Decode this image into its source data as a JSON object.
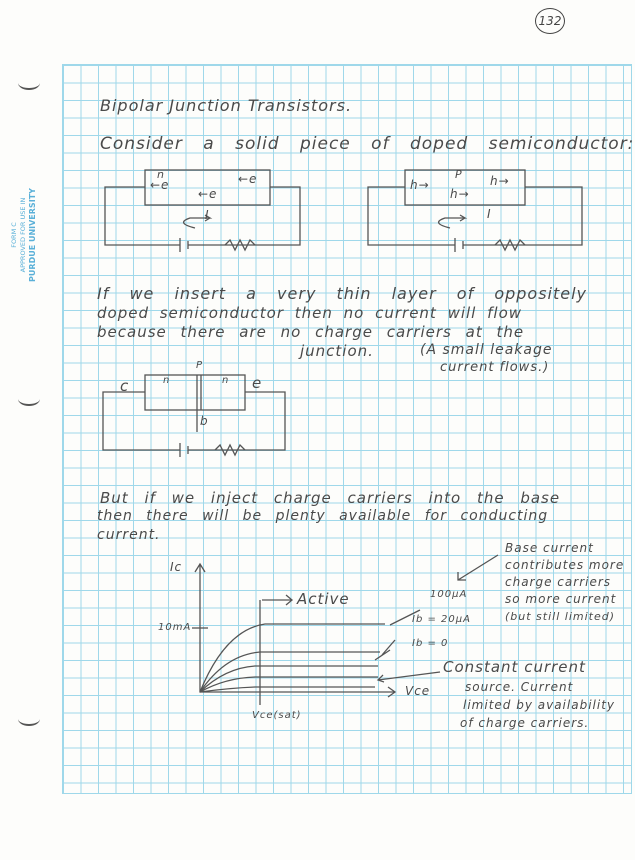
{
  "page_number": "132",
  "form_stamp": {
    "line1": "FORM C",
    "line2": "APPROVED FOR USE IN",
    "line3": "PURDUE UNIVERSITY"
  },
  "title": "Bipolar Junction Transistors.",
  "intro": "Consider a solid piece of doped semiconductor:",
  "diagram_n": {
    "type_label": "n",
    "carrier1": "←e",
    "carrier2": "←e",
    "carrier3": "←e",
    "current": "I"
  },
  "diagram_p": {
    "type_label": "P",
    "carrier1": "h→",
    "carrier2": "h→",
    "carrier3": "h→",
    "current": "I"
  },
  "para2": {
    "line1": "If we insert a very thin layer of oppositely",
    "line2": "doped semiconductor then no current will flow",
    "line3": "because there are no charge carriers at the",
    "line4": "junction.",
    "note1": "(A small leakage",
    "note2": "current flows.)"
  },
  "diagram_npn": {
    "c": "c",
    "e": "e",
    "b": "b",
    "p": "P",
    "n1": "n",
    "n2": "n"
  },
  "para3": {
    "line1": "But if we inject charge carriers into the base",
    "line2": "then there will be plenty available for conducting",
    "line3": "current."
  },
  "graph": {
    "y_label": "Ic",
    "x_label": "Vce",
    "y_tick": "10mA",
    "x_tick": "Vce(sat)",
    "active_label": "Active",
    "curve_labels": [
      "100µA",
      "Ib = 20µA",
      "Ib = 0"
    ]
  },
  "note_base": [
    "Base current",
    "contributes more",
    "charge carriers",
    "so more current",
    "(but still limited)"
  ],
  "note_const": [
    "Constant current",
    "source. Current",
    "limited by availability",
    "of charge carriers."
  ]
}
